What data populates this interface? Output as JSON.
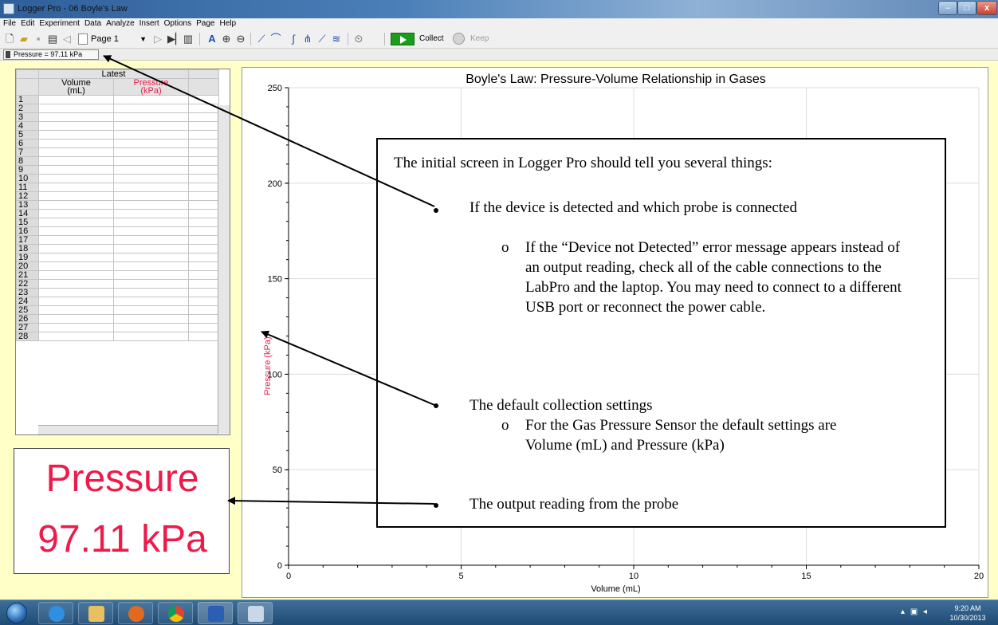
{
  "window": {
    "title": "Logger Pro - 06 Boyle's Law",
    "minimize_glyph": "–",
    "maximize_glyph": "□",
    "close_glyph": "x"
  },
  "menu": [
    "File",
    "Edit",
    "Experiment",
    "Data",
    "Analyze",
    "Insert",
    "Options",
    "Page",
    "Help"
  ],
  "toolbar": {
    "page_label": "Page 1",
    "collect_label": "Collect",
    "keep_label": "Keep"
  },
  "sensor": {
    "reading": "Pressure = 97.11 kPa"
  },
  "table": {
    "dataset_name": "Latest",
    "columns": [
      {
        "name": "Volume",
        "unit": "(mL)",
        "color": "#000000"
      },
      {
        "name": "Pressure",
        "unit": "(kPa)",
        "color": "#ee1a4a"
      }
    ],
    "row_numbers": [
      "1",
      "2",
      "3",
      "4",
      "5",
      "6",
      "7",
      "8",
      "9",
      "10",
      "11",
      "12",
      "13",
      "14",
      "15",
      "16",
      "17",
      "18",
      "19",
      "20",
      "21",
      "22",
      "23",
      "24",
      "25",
      "26",
      "27",
      "28"
    ]
  },
  "meter": {
    "label": "Pressure",
    "value": "97.11 kPa",
    "color": "#ee1a4a"
  },
  "chart_data": {
    "type": "scatter",
    "title": "Boyle's Law: Pressure-Volume Relationship in Gases",
    "xlabel": "Volume (mL)",
    "ylabel": "Pressure (kPa)",
    "xlim": [
      0,
      20
    ],
    "ylim": [
      0,
      250
    ],
    "x_ticks": [
      0,
      5,
      10,
      15,
      20
    ],
    "y_ticks": [
      0,
      50,
      100,
      150,
      200,
      250
    ],
    "grid": true,
    "series": []
  },
  "callout": {
    "heading": "The initial screen in Logger Pro should tell you several things:",
    "bullet_1": "If the device is detected and which probe is connected",
    "sub_1": "If the “Device not Detected” error message appears instead of an output reading, check all of the cable connections to the LabPro and the laptop.  You may need to connect to a different USB port or reconnect the power cable.",
    "bullet_2": "The default collection settings",
    "sub_2": "For the Gas Pressure Sensor the default settings are Volume (mL) and Pressure (kPa)",
    "bullet_3": "The output reading from the probe",
    "sub_marker": "o"
  },
  "taskbar": {
    "time": "9:20 AM",
    "date": "10/30/2013"
  }
}
